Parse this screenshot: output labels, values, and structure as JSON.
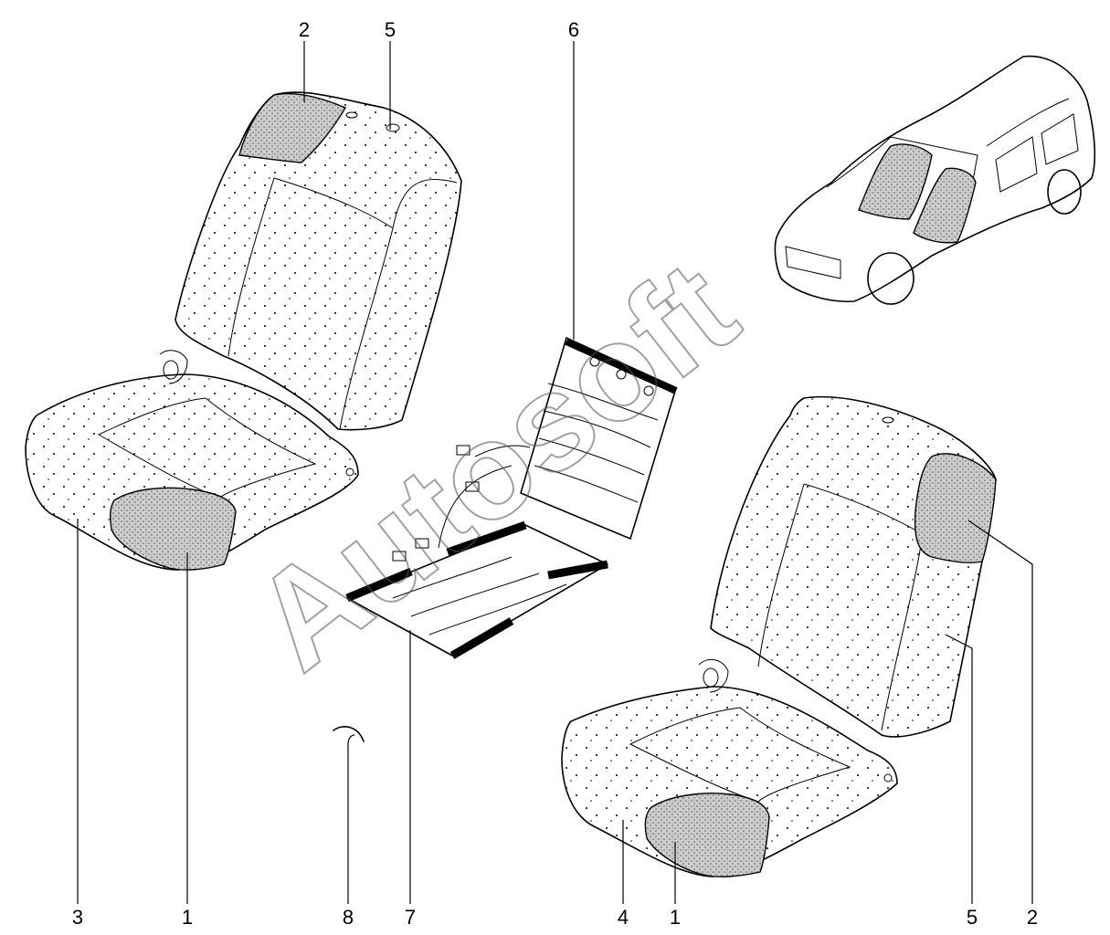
{
  "watermark": "Autosoft",
  "callouts": [
    {
      "id": "top-2",
      "label": "2"
    },
    {
      "id": "top-5",
      "label": "5"
    },
    {
      "id": "top-6",
      "label": "6"
    },
    {
      "id": "bottom-3",
      "label": "3"
    },
    {
      "id": "bottom-1a",
      "label": "1"
    },
    {
      "id": "bottom-8",
      "label": "8"
    },
    {
      "id": "bottom-7",
      "label": "7"
    },
    {
      "id": "bottom-4",
      "label": "4"
    },
    {
      "id": "bottom-1b",
      "label": "1"
    },
    {
      "id": "bottom-5",
      "label": "5"
    },
    {
      "id": "bottom-2",
      "label": "2"
    }
  ]
}
